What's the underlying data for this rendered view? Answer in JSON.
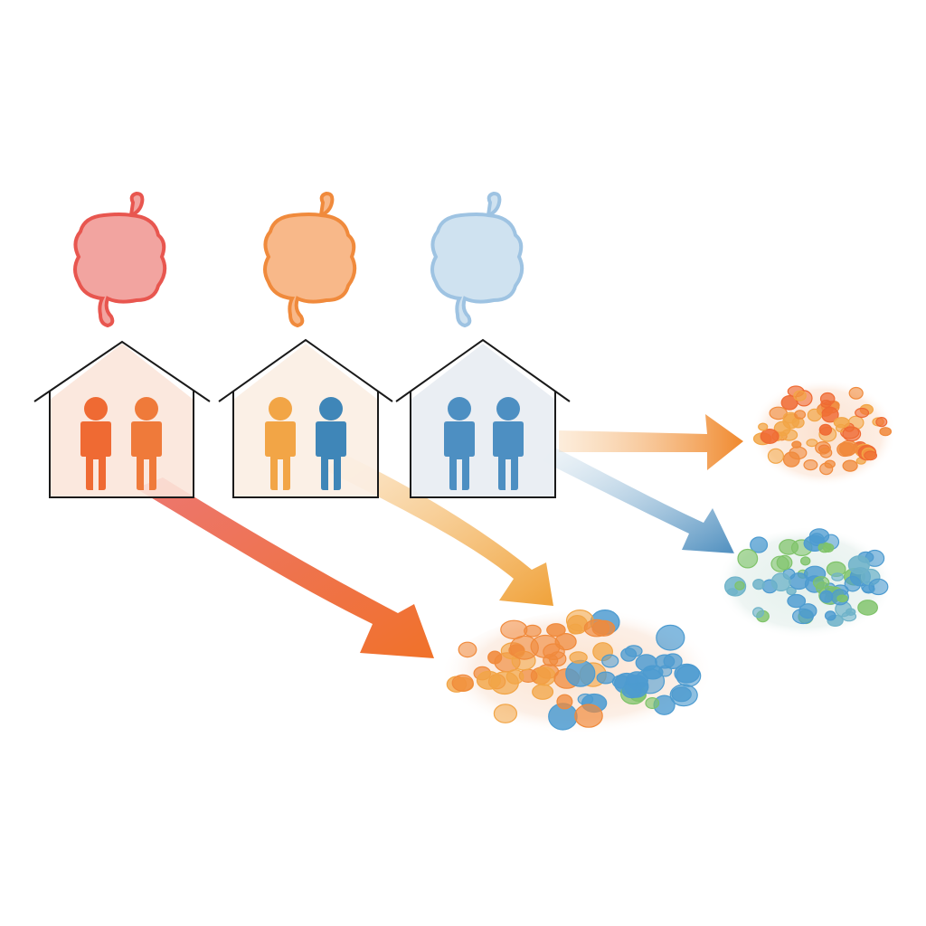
{
  "palette": {
    "red": "#e8564f",
    "orange": "#f08a3c",
    "amber": "#f2a546",
    "blue": "#3f86b8",
    "light_blue": "#8ab7d8",
    "green": "#7fc36a",
    "house_fill_warm": "#fbe9de",
    "house_fill_cool": "#e9edf1",
    "outline": "#1a1a1a"
  },
  "households": [
    {
      "gut_color": "#e8564f",
      "person_colors": [
        "#ef6a33",
        "#ef7a3a"
      ],
      "fill": "#fbe6da"
    },
    {
      "gut_color": "#f08a3c",
      "person_colors": [
        "#f2a546",
        "#3f86b8"
      ],
      "fill": "#fbeee3"
    },
    {
      "gut_color": "#9ec3e2",
      "person_colors": [
        "#4d8fc2",
        "#4d8fc2"
      ],
      "fill": "#e9edf2"
    }
  ],
  "clusters": [
    {
      "name": "mixed",
      "colors": [
        "#f08a3c",
        "#f2a546",
        "#4d9bd0",
        "#7fc36a"
      ]
    },
    {
      "name": "warm",
      "colors": [
        "#ef6a33",
        "#f08a3c",
        "#f2a546"
      ]
    },
    {
      "name": "cool",
      "colors": [
        "#4d9bd0",
        "#6fb3c9",
        "#7fc36a"
      ]
    }
  ]
}
